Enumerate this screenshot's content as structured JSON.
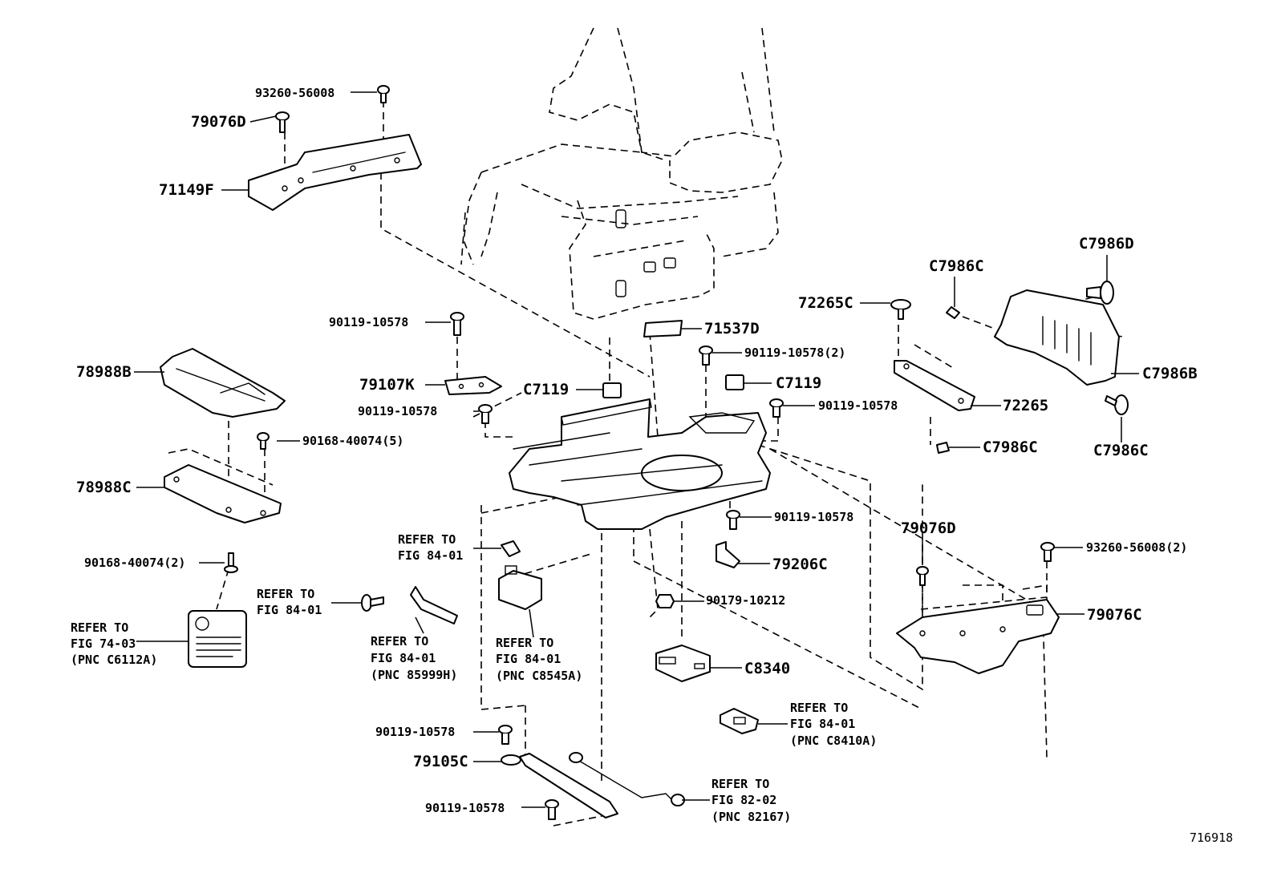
{
  "figure_number": "716918",
  "callouts": {
    "c_93260_56008_top": "93260-56008",
    "c_79076D_top": "79076D",
    "c_71149F": "71149F",
    "c_78988B": "78988B",
    "c_90168_40074_5": "90168-40074(5)",
    "c_78988C": "78988C",
    "c_90168_40074_2": "90168-40074(2)",
    "c_90119_10578_a": "90119-10578",
    "c_79107K": "79107K",
    "c_C7119_left": "C7119",
    "c_90119_10578_b": "90119-10578",
    "c_71537D": "71537D",
    "c_90119_10578_2": "90119-10578(2)",
    "c_C7119_right": "C7119",
    "c_90119_10578_c": "90119-10578",
    "c_72265C": "72265C",
    "c_C7986C_top": "C7986C",
    "c_C7986D": "C7986D",
    "c_C7986B": "C7986B",
    "c_72265": "72265",
    "c_C7986C_mid": "C7986C",
    "c_C7986C_right": "C7986C",
    "c_90119_10578_d": "90119-10578",
    "c_79206C": "79206C",
    "c_90179_10212": "90179-10212",
    "c_C8340": "C8340",
    "c_79076D_right": "79076D",
    "c_93260_56008_2": "93260-56008(2)",
    "c_79076C": "79076C",
    "c_90119_10578_e": "90119-10578",
    "c_79105C": "79105C",
    "c_90119_10578_f": "90119-10578"
  },
  "references": {
    "r_fig74_03": [
      "REFER TO",
      "FIG 74-03",
      "(PNC C6112A)"
    ],
    "r_fig84_01_bolt": [
      "REFER TO",
      "FIG 84-01"
    ],
    "r_fig84_01_clip": [
      "REFER TO",
      "FIG 84-01"
    ],
    "r_fig84_01_85999H": [
      "REFER TO",
      "FIG 84-01",
      "(PNC 85999H)"
    ],
    "r_fig84_01_C8545A": [
      "REFER TO",
      "FIG 84-01",
      "(PNC C8545A)"
    ],
    "r_fig84_01_C8410A": [
      "REFER TO",
      "FIG 84-01",
      "(PNC C8410A)"
    ],
    "r_fig82_02_82167": [
      "REFER TO",
      "FIG 82-02",
      "(PNC 82167)"
    ]
  }
}
